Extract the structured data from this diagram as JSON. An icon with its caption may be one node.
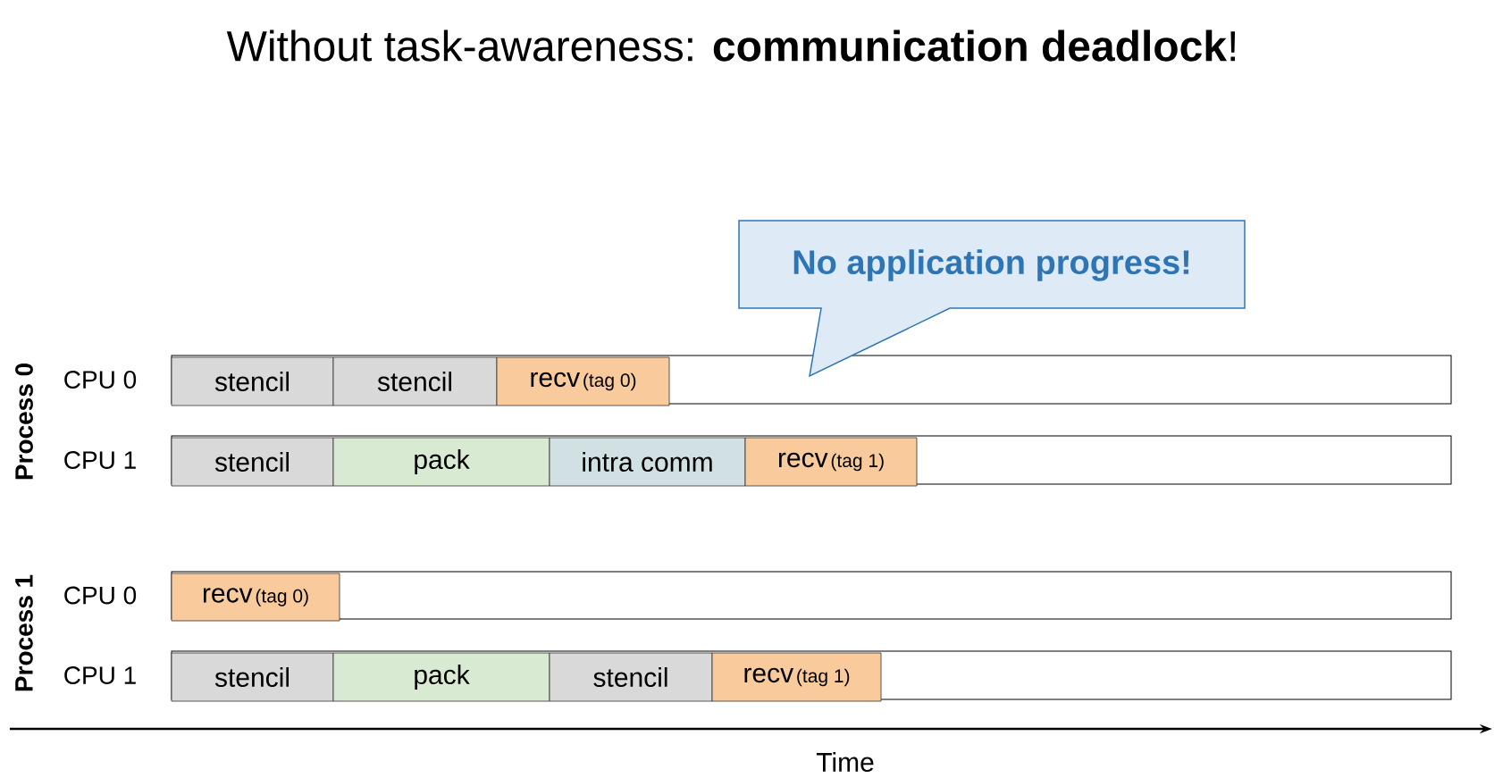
{
  "diagram": {
    "title": "Without task-awareness: **communication deadlock**!",
    "nodes": [
      {
        "text": [
          "No application progress!"
        ]
      },
      {
        "text": [],
        "shape": "bar",
        "beside": [
          "CPU 0"
        ]
      },
      {
        "text": [
          "stencil"
        ],
        "in": 1
      },
      {
        "text": [
          "stencil"
        ],
        "in": 1
      },
      {
        "text": [
          "recv",
          "(tag 0)"
        ],
        "in": 1
      },
      {
        "text": [],
        "shape": "bar",
        "beside": [
          "CPU 1"
        ]
      },
      {
        "text": [
          "stencil"
        ],
        "in": 5
      },
      {
        "text": [
          "pack"
        ],
        "in": 5
      },
      {
        "text": [
          "intra comm"
        ],
        "in": 5
      },
      {
        "text": [
          "recv",
          "(tag 1)"
        ],
        "in": 5
      },
      {
        "text": [],
        "shape": "bar",
        "beside": [
          "CPU 0"
        ]
      },
      {
        "text": [
          "recv",
          "(tag 0)"
        ],
        "in": 10
      },
      {
        "text": [],
        "shape": "bar",
        "beside": [
          "CPU 1"
        ]
      },
      {
        "text": [
          "stencil"
        ],
        "in": 12
      },
      {
        "text": [
          "pack"
        ],
        "in": 12
      },
      {
        "text": [
          "stencil"
        ],
        "in": 12
      },
      {
        "text": [
          "recv",
          "(tag 1)"
        ],
        "in": 12
      }
    ],
    "labels": [
      "Process 0",
      "Process 1",
      "Time"
    ]
  }
}
